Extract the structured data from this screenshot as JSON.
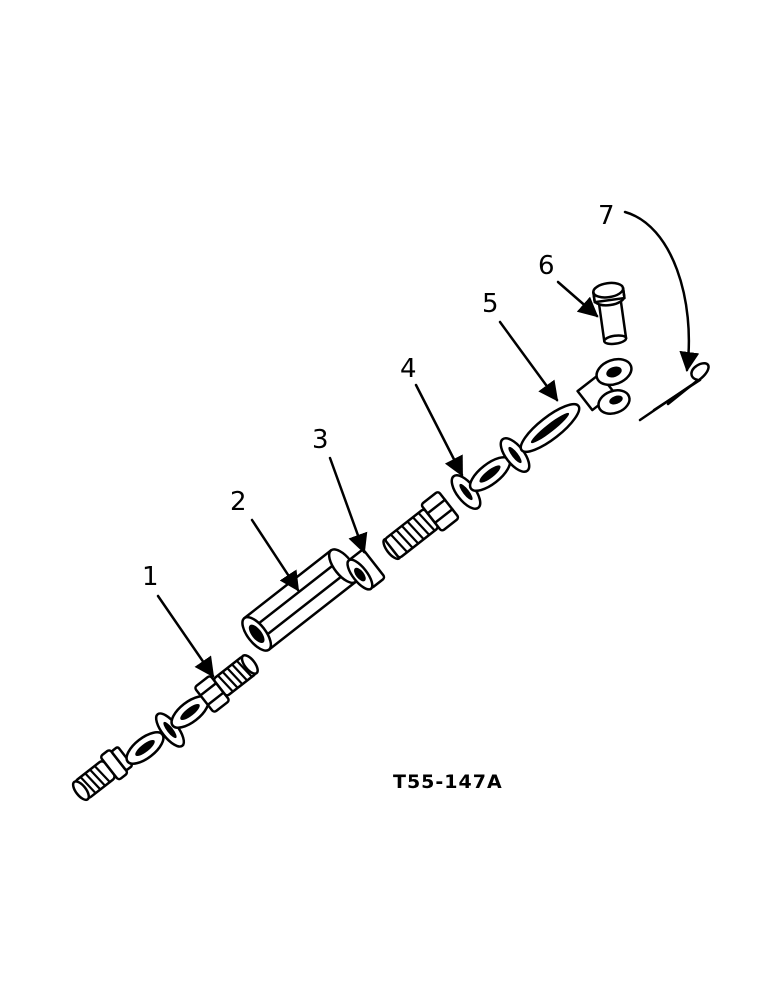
{
  "callouts": [
    {
      "id": "1",
      "label": "1"
    },
    {
      "id": "2",
      "label": "2"
    },
    {
      "id": "3",
      "label": "3"
    },
    {
      "id": "4",
      "label": "4"
    },
    {
      "id": "5",
      "label": "5"
    },
    {
      "id": "6",
      "label": "6"
    },
    {
      "id": "7",
      "label": "7"
    }
  ],
  "figure_id": "T55-147A"
}
